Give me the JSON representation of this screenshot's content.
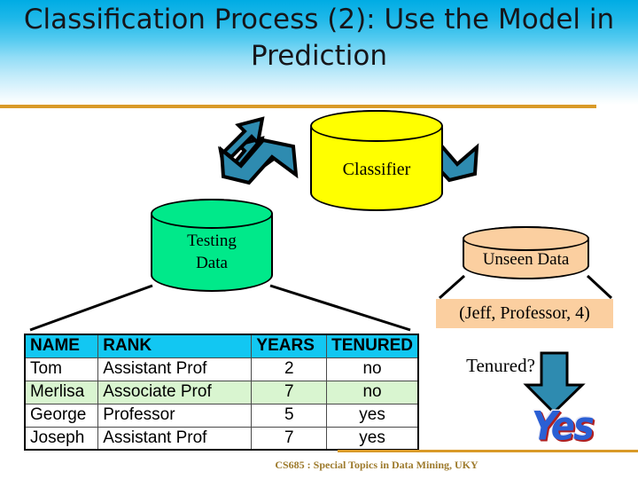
{
  "slide": {
    "title": "Classification Process (2): Use the Model in Prediction",
    "footer": "CS685 : Special Topics in Data Mining, UKY",
    "accent_orange": "#d99a28",
    "header_cyan": "#00ace4"
  },
  "shapes": {
    "classifier": {
      "label": "Classifier",
      "color": "#ffff00"
    },
    "testing_data": {
      "label_line1": "Testing",
      "label_line2": "Data",
      "color": "#00e98a"
    },
    "unseen_data": {
      "label": "Unseen Data",
      "color": "#fbcfa0"
    },
    "jeff_tuple": {
      "label": "(Jeff, Professor, 4)",
      "color": "#fbcfa0"
    },
    "tenured_question": {
      "label": "Tenured?"
    },
    "prediction_result": {
      "label": "Yes",
      "color": "#2a5fd4",
      "shadow_color": "#b02020"
    },
    "arrow_color": "#2e8bb0"
  },
  "table": {
    "headers": [
      "NAME",
      "RANK",
      "YEARS",
      "TENURED"
    ],
    "header_bg": "#12c7f2",
    "highlight_bg": "#d9f5d0",
    "rows": [
      {
        "name": "Tom",
        "rank": "Assistant Prof",
        "years": "2",
        "tenured": "no",
        "highlight": false
      },
      {
        "name": "Merlisa",
        "rank": "Associate Prof",
        "years": "7",
        "tenured": "no",
        "highlight": true
      },
      {
        "name": "George",
        "rank": "Professor",
        "years": "5",
        "tenured": "yes",
        "highlight": false
      },
      {
        "name": "Joseph",
        "rank": "Assistant Prof",
        "years": "7",
        "tenured": "yes",
        "highlight": false
      }
    ]
  }
}
